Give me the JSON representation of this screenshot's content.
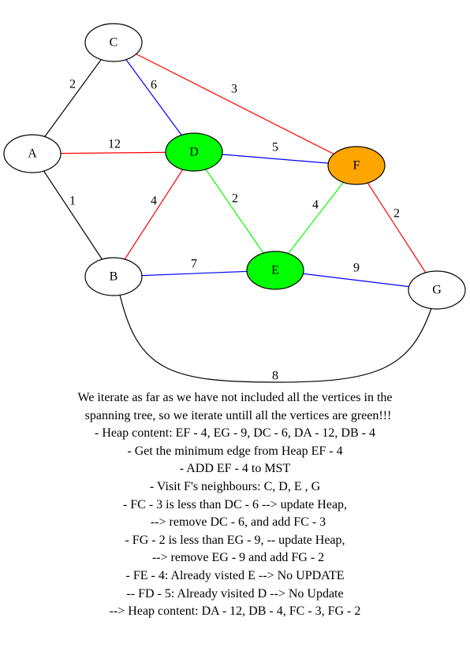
{
  "graph": {
    "nodes": [
      {
        "id": "A",
        "label": "A",
        "fill": "#ffffff"
      },
      {
        "id": "B",
        "label": "B",
        "fill": "#ffffff"
      },
      {
        "id": "C",
        "label": "C",
        "fill": "#ffffff"
      },
      {
        "id": "D",
        "label": "D",
        "fill": "#00ff00"
      },
      {
        "id": "E",
        "label": "E",
        "fill": "#00ff00"
      },
      {
        "id": "F",
        "label": "F",
        "fill": "#ffa500"
      },
      {
        "id": "G",
        "label": "G",
        "fill": "#ffffff"
      }
    ],
    "edges": [
      {
        "from": "A",
        "to": "C",
        "weight": "2",
        "color": "#000000"
      },
      {
        "from": "A",
        "to": "D",
        "weight": "12",
        "color": "#ff0000"
      },
      {
        "from": "A",
        "to": "B",
        "weight": "1",
        "color": "#000000"
      },
      {
        "from": "C",
        "to": "D",
        "weight": "6",
        "color": "#0000ff"
      },
      {
        "from": "C",
        "to": "F",
        "weight": "3",
        "color": "#ff0000"
      },
      {
        "from": "D",
        "to": "F",
        "weight": "5",
        "color": "#0000ff"
      },
      {
        "from": "D",
        "to": "B",
        "weight": "4",
        "color": "#ff0000"
      },
      {
        "from": "D",
        "to": "E",
        "weight": "2",
        "color": "#00ff00"
      },
      {
        "from": "F",
        "to": "E",
        "weight": "4",
        "color": "#00ff00"
      },
      {
        "from": "F",
        "to": "G",
        "weight": "2",
        "color": "#ff0000"
      },
      {
        "from": "B",
        "to": "E",
        "weight": "7",
        "color": "#0000ff"
      },
      {
        "from": "E",
        "to": "G",
        "weight": "9",
        "color": "#0000ff"
      },
      {
        "from": "B",
        "to": "G",
        "weight": "8",
        "color": "#000000"
      }
    ]
  },
  "caption": {
    "lines": [
      "We iterate as far as we have not included all the vertices in the",
      "  spanning tree, so we iterate untill all the vertices are green!!!",
      "- Heap content: EF - 4, EG - 9, DC - 6, DA - 12, DB - 4",
      "- Get the minimum edge from Heap EF - 4",
      "- ADD EF - 4 to MST",
      "- Visit F's neighbours: C, D, E , G",
      "- FC - 3 is less than DC - 6 --> update Heap,",
      "  --> remove DC - 6, and add FC - 3",
      "- FG - 2 is less than EG - 9, -- update Heap,",
      "  --> remove EG - 9 and add FG - 2",
      "- FE - 4: Already visted E --> No UPDATE",
      "-- FD - 5: Already visited D --> No Update",
      "--> Heap content: DA - 12, DB - 4, FC - 3, FG - 2"
    ]
  }
}
